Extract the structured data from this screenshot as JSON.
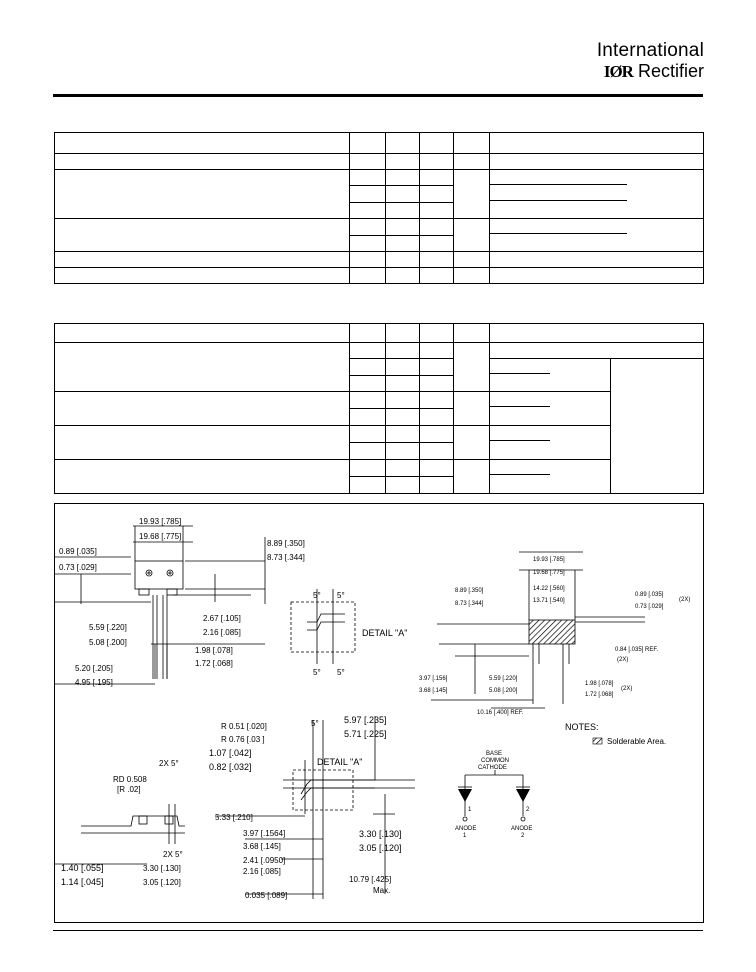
{
  "brand": {
    "line1": "International",
    "ior": "IØR",
    "line2": "Rectifier"
  },
  "drawing": {
    "left_view": {
      "w_top1": "19.93 [.785]",
      "w_top2": "19.68 [.775]",
      "h1": "0.89 [.035]",
      "h2": "0.73 [.029]",
      "r1": "8.89 [.350]",
      "r2": "8.73 [.344]",
      "p1": "5.59 [.220]",
      "p2": "5.08 [.200]",
      "s1": "2.67 [.105]",
      "s2": "2.16 [.085]",
      "l1": "1.98 [.078]",
      "l2": "1.72 [.068]",
      "b1": "5.20 [.205]",
      "b2": "4.95 [.195]"
    },
    "detail_a": {
      "ang1": "5°",
      "ang2": "5°",
      "ang3": "5°",
      "ang4": "5°",
      "label": "DETAIL \"A\""
    },
    "right_view": {
      "w1": "19.93 [.785]",
      "w2": "19.68 [.775]",
      "i1": "14.22 [.560]",
      "i2": "13.71 [.540]",
      "h1": "8.89 [.350]",
      "h2": "8.73 [.344]",
      "t1": "0.89 [.035]",
      "t2": "0.73 [.029]",
      "tx": "(2X)",
      "ref": "0.84 [.035] REF.",
      "refx": "(2X)",
      "v1": "3.97 [.156]",
      "v2": "3.68 [.145]",
      "m1": "5.59 [.220]",
      "m2": "5.08 [.200]",
      "g1": "1.98 [.078]",
      "g2": "1.72 [.068]",
      "gx": "(2X)",
      "total": "10.16 [.400] REF."
    },
    "bottom_left": {
      "ang": "2X 5°",
      "rd1": "RD 0.508",
      "rd2": "[R .02]",
      "ang2": "2X 5°",
      "h1": "1.40 [.055]",
      "h2": "1.14 [.045]",
      "c1": "3.30 [.130]",
      "c2": "3.05 [.120]"
    },
    "bottom_center": {
      "r1": "R 0.51 [.020]",
      "r2": "R 0.76 [.03 ]",
      "a1": "1.07 [.042]",
      "a2": "0.82 [.032]",
      "deg": "5°",
      "label": "DETAIL \"A\"",
      "k1": "5.97 [.235]",
      "k2": "5.71 [.225]",
      "s": "5.33 [.210]",
      "v1": "3.97 [.1564]",
      "v2": "3.68 [.145]",
      "x1": "3.30 [.130]",
      "x2": "3.05 [.120]",
      "w1": "2.41 [.0950]",
      "w2": "2.16 [.085]",
      "m1": "10.79 [.425]",
      "m2": "Max.",
      "b": "0.035 [.089]"
    },
    "notes": {
      "title": "NOTES:",
      "area": "Solderable  Area.",
      "base": "BASE",
      "common": "COMMON",
      "cathode": "CATHODE",
      "anode1": "ANODE",
      "n1": "1",
      "anode2": "ANODE",
      "n2": "2",
      "pin1": "1",
      "pin2": "2"
    }
  }
}
